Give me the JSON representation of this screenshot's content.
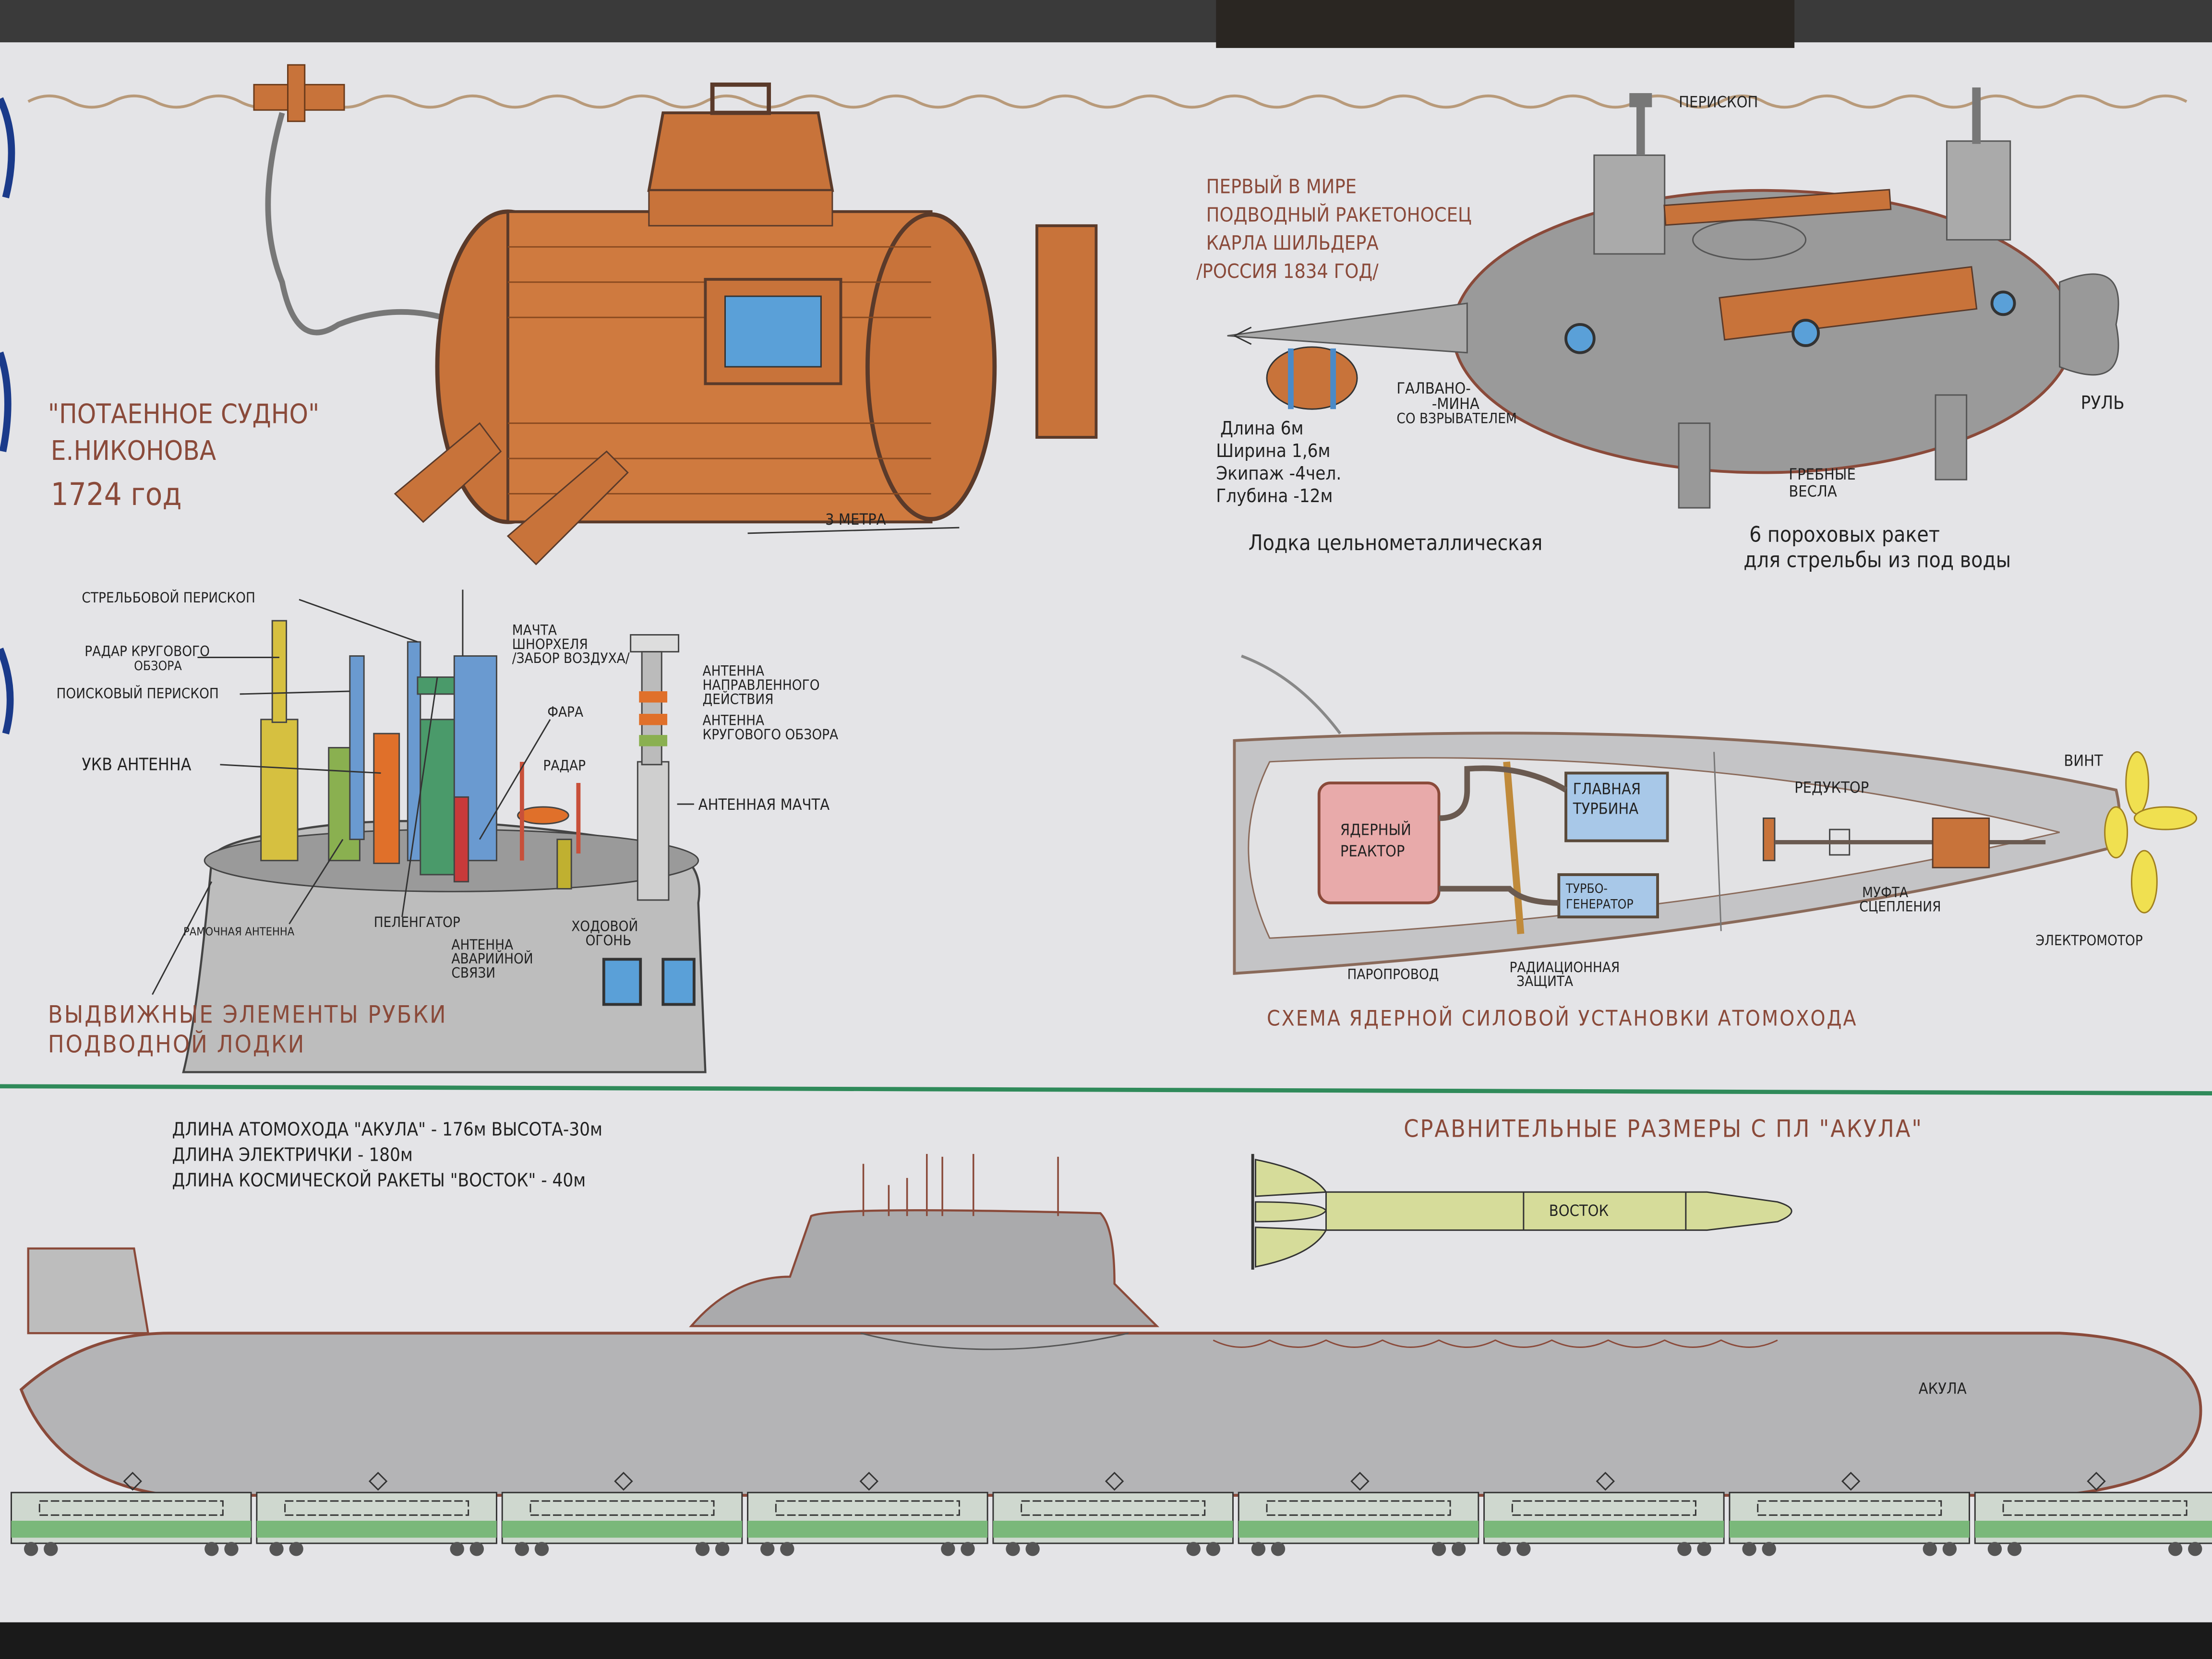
{
  "barrel": {
    "title_line1": "\"ПОТАЕННОЕ СУДНО\"",
    "title_line2": "Е.НИКОНОВА",
    "year": "1724 год",
    "dimension": "3 МЕТРА"
  },
  "schilder": {
    "title": [
      "ПЕРВЫЙ В МИРЕ",
      "ПОДВОДНЫЙ РАКЕТОНОСЕЦ",
      "КАРЛА ШИЛЬДЕРА",
      "/РОССИЯ 1834 ГОД/"
    ],
    "periscope": "ПЕРИСКОП",
    "mine": [
      "ГАЛВАНО-",
      "-МИНА",
      "СО ВЗРЫВАТЕЛЕМ"
    ],
    "rudder": "РУЛЬ",
    "oars": [
      "ГРЕБНЫЕ",
      "ВЕСЛА"
    ],
    "specs": [
      "Длина 6м",
      "Ширина 1,6м",
      "Экипаж -4чел.",
      "Глубина -12м"
    ],
    "caption": "Лодка цельнометаллическая",
    "rockets": [
      "6 пороховых ракет",
      "для стрельбы из под воды"
    ]
  },
  "tower": {
    "labels": {
      "firing_periscope": "СТРЕЛЬБОВОЙ ПЕРИСКОП",
      "radar_circular": [
        "РАДАР КРУГОВОГО",
        "ОБЗОРА"
      ],
      "search_periscope": "ПОИСКОВЫЙ ПЕРИСКОП",
      "vhf": "УКВ АНТЕННА",
      "loop": "РАМОЧНАЯ АНТЕННА",
      "snorkel": [
        "МАЧТА",
        "ШНОРХЕЛЯ",
        "/ЗАБОР ВОЗДУХА/"
      ],
      "directional": [
        "АНТЕННА",
        "НАПРАВЛЕННОГО",
        "ДЕЙСТВИЯ"
      ],
      "circular_antenna": [
        "АНТЕННА",
        "КРУГОВОГО ОБЗОРА"
      ],
      "headlight": "ФАРА",
      "radar": "РАДАР",
      "mast": "АНТЕННАЯ МАЧТА",
      "direction_finder": "ПЕЛЕНГАТОР",
      "emergency": [
        "АНТЕННА",
        "АВАРИЙНОЙ",
        "СВЯЗИ"
      ],
      "running_light": [
        "ХОДОВОЙ",
        "ОГОНЬ"
      ]
    },
    "title": [
      "ВЫДВИЖНЫЕ ЭЛЕМЕНТЫ РУБКИ",
      "ПОДВОДНОЙ ЛОДКИ"
    ]
  },
  "reactor": {
    "reactor": [
      "ЯДЕРНЫЙ",
      "РЕАКТОР"
    ],
    "turbine": [
      "ГЛАВНАЯ",
      "ТУРБИНА"
    ],
    "generator": [
      "ТУРБО-",
      "ГЕНЕРАТОР"
    ],
    "gearbox": "РЕДУКТОР",
    "propeller": "ВИНТ",
    "clutch": [
      "МУФТА",
      "СЦЕПЛЕНИЯ"
    ],
    "motor": "ЭЛЕКТРОМОТОР",
    "steam": "ПАРОПРОВОД",
    "shield": [
      "РАДИАЦИОННАЯ",
      "ЗАЩИТА"
    ],
    "title": "СХЕМА ЯДЕРНОЙ СИЛОВОЙ УСТАНОВКИ АТОМОХОДА"
  },
  "comparison": {
    "specs": [
      "ДЛИНА АТОМОХОДА \"АКУЛА\" - 176м  ВЫСОТА-30м",
      "ДЛИНА ЭЛЕКТРИЧКИ - 180м",
      "ДЛИНА КОСМИЧЕСКОЙ РАКЕТЫ \"ВОСТОК\" - 40м"
    ],
    "title": "СРАВНИТЕЛЬНЫЕ РАЗМЕРЫ С ПЛ \"АКУЛА\"",
    "rocket_label": "ВОСТОК",
    "sub_label": "АКУЛА"
  },
  "colors": {
    "paper": "#e6e6e8",
    "wood": "#c8733a",
    "green_line": "#2f8a5a",
    "title_brown": "#8a4a3a"
  }
}
